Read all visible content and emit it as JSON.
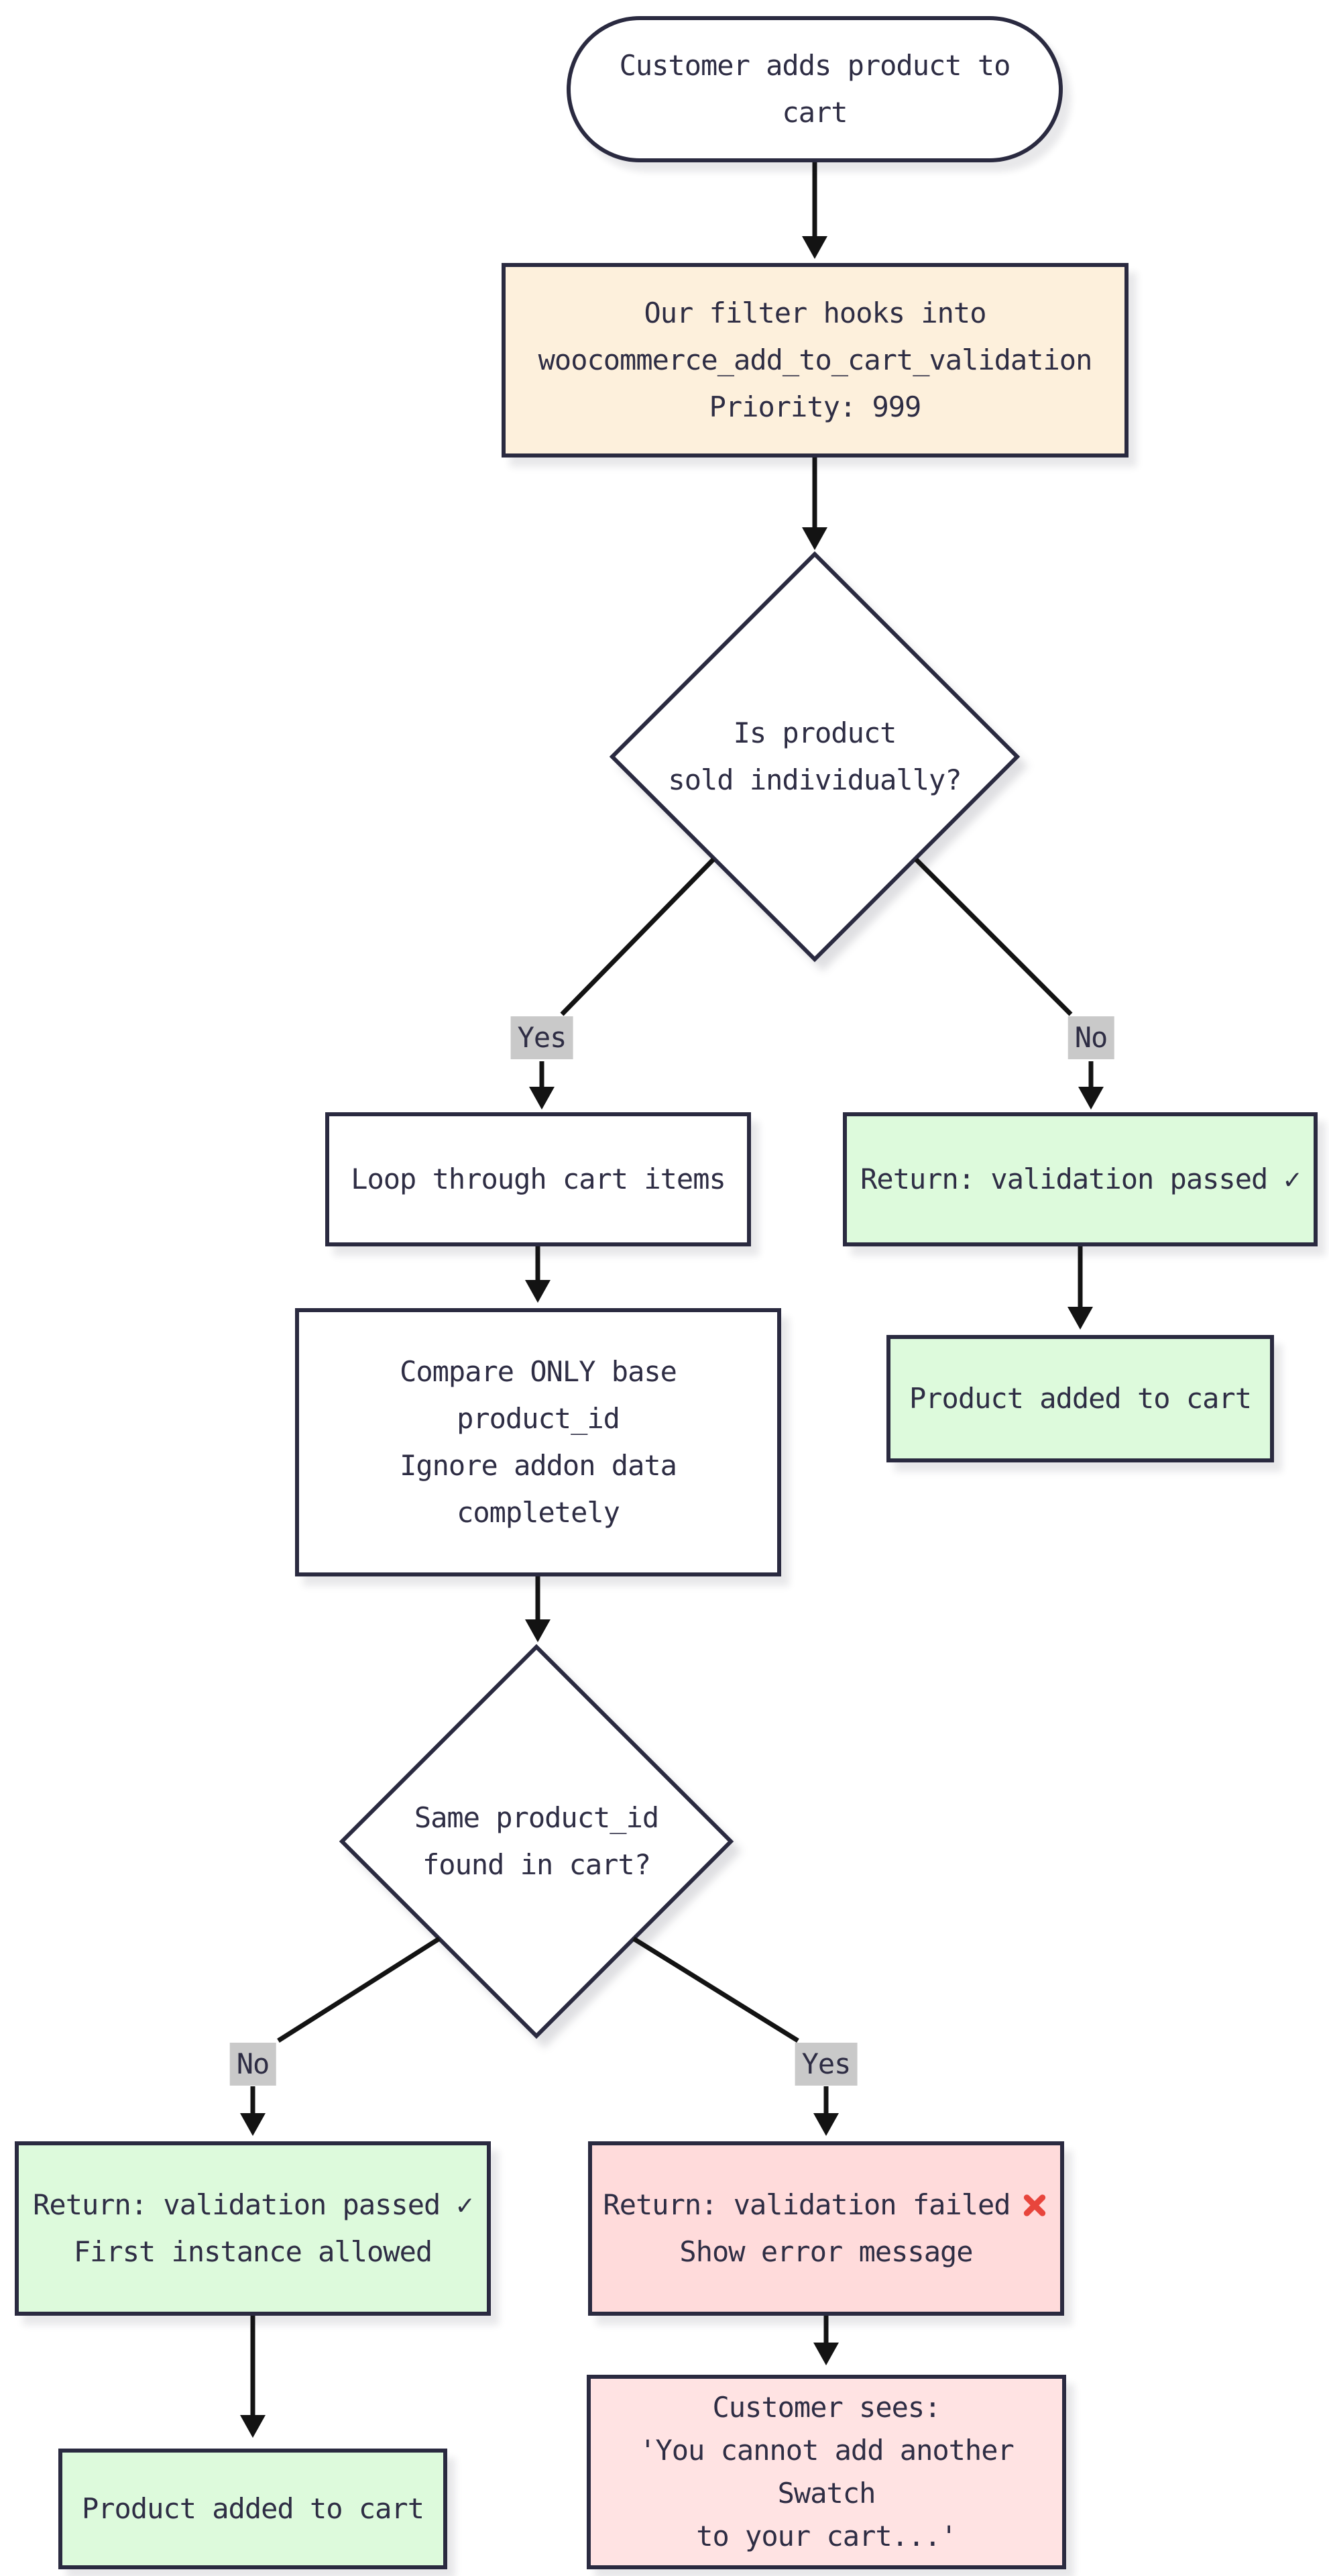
{
  "diagram": {
    "type": "flowchart-top-down",
    "background": "#ffffff",
    "colors": {
      "node_border": "#2a2a40",
      "edge_line": "#131313",
      "text": "#2e2d44",
      "edge_label_bg": "#c9c9c9",
      "start_fill": "#ffffff",
      "process_fill": "#ffffff",
      "hook_fill": "#fdf0dc",
      "success_fill": "#ddfadc",
      "fail_fill": "#ffdbdb",
      "message_fill": "#ffe3e3",
      "cross_mark_red": "#e8453c"
    },
    "nodes": {
      "start": {
        "shape": "stadium",
        "lines": [
          "Customer adds product to",
          "cart"
        ]
      },
      "hook": {
        "shape": "rect",
        "lines": [
          "Our filter hooks into",
          "woocommerce_add_to_cart_validation",
          "Priority: 999"
        ]
      },
      "decision1": {
        "shape": "diamond",
        "lines": [
          "Is product",
          "sold individually?"
        ]
      },
      "loop": {
        "shape": "rect",
        "lines": [
          "Loop through cart items"
        ]
      },
      "passed_single": {
        "shape": "rect",
        "lines": [
          "Return: validation passed ✓"
        ]
      },
      "added_right": {
        "shape": "rect",
        "lines": [
          "Product added to cart"
        ]
      },
      "compare": {
        "shape": "rect",
        "lines": [
          "Compare ONLY base",
          "product_id",
          "Ignore addon data",
          "completely"
        ]
      },
      "decision2": {
        "shape": "diamond",
        "lines": [
          "Same product_id",
          "found in cart?"
        ]
      },
      "passed_first": {
        "shape": "rect",
        "lines": [
          "Return: validation passed ✓",
          "First instance allowed"
        ]
      },
      "failed": {
        "shape": "rect",
        "lines": [
          "Return: validation failed",
          "Show error message"
        ],
        "icon": "cross-mark-icon"
      },
      "added_left": {
        "shape": "rect",
        "lines": [
          "Product added to cart"
        ]
      },
      "customer_message": {
        "shape": "rect",
        "lines": [
          "Customer sees:",
          "'You cannot add another",
          "Swatch",
          "to your cart...'"
        ]
      }
    },
    "edge_labels": {
      "d1_yes": "Yes",
      "d1_no": "No",
      "d2_no": "No",
      "d2_yes": "Yes"
    }
  }
}
